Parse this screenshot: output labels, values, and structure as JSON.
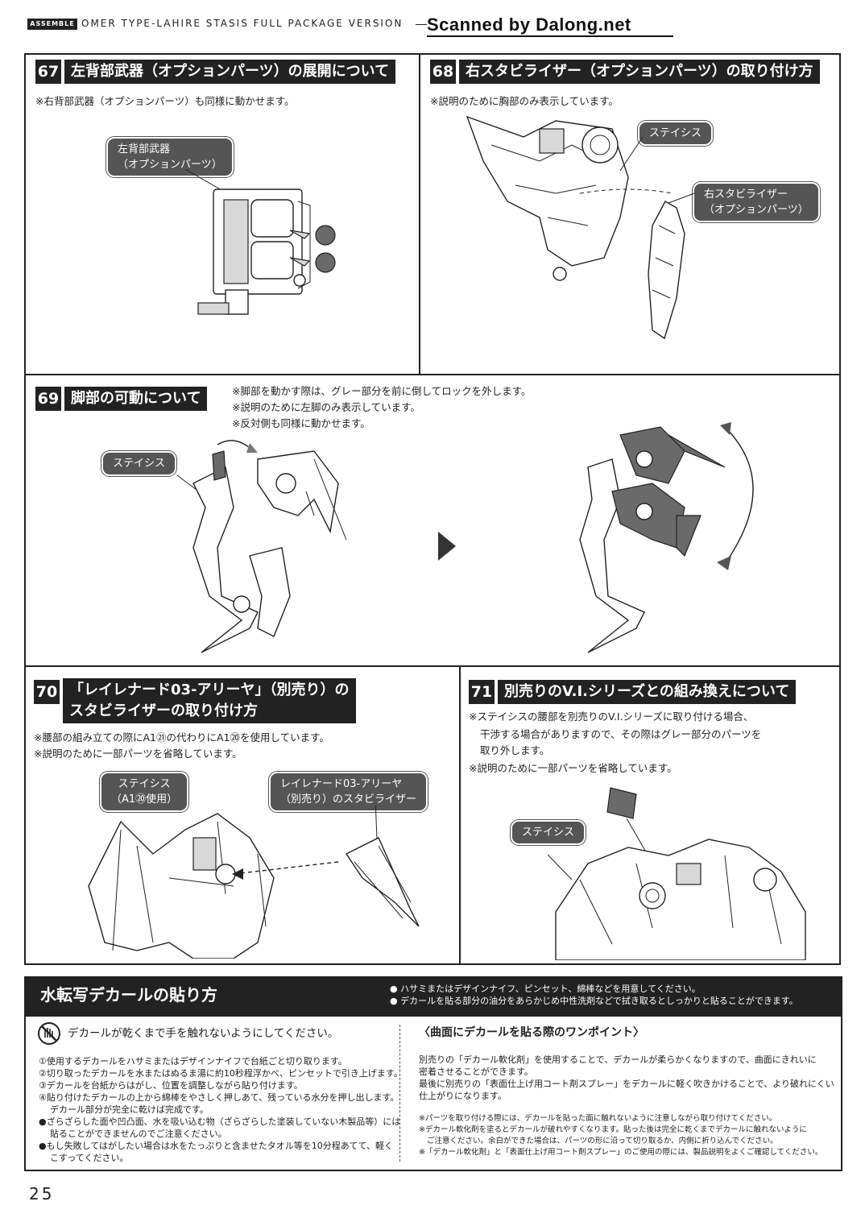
{
  "header": {
    "tag": "ASSEMBLE",
    "title": "OMER TYPE-LAHIRE STASIS FULL PACKAGE VERSION",
    "scanned": "Scanned by Dalong.net"
  },
  "s67": {
    "num": "67",
    "title": "左背部武器（オプションパーツ）の展開について",
    "note": "※右背部武器（オプションパーツ）も同様に動かせます。",
    "callout_1": "左背部武器",
    "callout_2": "（オプションパーツ）"
  },
  "s68": {
    "num": "68",
    "title": "右スタビライザー（オプションパーツ）の取り付け方",
    "note": "※説明のために胸部のみ表示しています。",
    "callout_a": "ステイシス",
    "callout_b1": "右スタビライザー",
    "callout_b2": "（オプションパーツ）"
  },
  "s69": {
    "num": "69",
    "title": "脚部の可動について",
    "notes": [
      "※脚部を動かす際は、グレー部分を前に倒してロックを外します。",
      "※説明のために左脚のみ表示しています。",
      "※反対側も同様に動かせます。"
    ],
    "callout": "ステイシス"
  },
  "s70": {
    "num": "70",
    "title_1": "「レイレナード03-アリーヤ」（別売り）の",
    "title_2": "スタビライザーの取り付け方",
    "notes": [
      "※腰部の組み立ての際にA1㉑の代わりにA1⑳を使用しています。",
      "※説明のために一部パーツを省略しています。"
    ],
    "callout_a1": "ステイシス",
    "callout_a2": "（A1⑳使用）",
    "callout_b1": "レイレナード03-アリーヤ",
    "callout_b2": "（別売り）のスタビライザー"
  },
  "s71": {
    "num": "71",
    "title": "別売りのV.I.シリーズとの組み換えについて",
    "notes": [
      "※ステイシスの腰部を別売りのV.I.シリーズに取り付ける場合、",
      "干渉する場合がありますので、その際はグレー部分のパーツを",
      "取り外します。",
      "※説明のために一部パーツを省略しています。"
    ],
    "callout": "ステイシス"
  },
  "decal": {
    "title": "水転写デカールの貼り方",
    "head_notes": [
      "● ハサミまたはデザインナイフ、ピンセット、綿棒などを用意してください。",
      "● デカールを貼る部分の油分をあらかじめ中性洗剤などで拭き取るとしっかりと貼ることができます。"
    ],
    "warning": "デカールが乾くまで手を触れないようにしてください。",
    "steps": [
      "①使用するデカールをハサミまたはデザインナイフで台紙ごと切り取ります。",
      "②切り取ったデカールを水またはぬるま湯に約10秒程浮かべ、ピンセットで引き上げます。",
      "③デカールを台紙からはがし、位置を調整しながら貼り付けます。",
      "④貼り付けたデカールの上から綿棒をやさしく押しあて、残っている水分を押し出します。",
      "デカール部分が完全に乾けば完成です。",
      "●ざらざらした面や凹凸面、水を吸い込む物（ざらざらした塗装していない木製品等）には",
      "貼ることができませんのでご注意ください。",
      "●もし失敗してはがしたい場合は水をたっぷりと含ませたタオル等を10分程あてて、軽く",
      "こすってください。"
    ],
    "tip_title": "〈曲面にデカールを貼る際のワンポイント〉",
    "tip_lines": [
      "別売りの「デカール軟化剤」を使用することで、デカールが柔らかくなりますので、曲面にきれいに",
      "密着させることができます。",
      "最後に別売りの「表面仕上げ用コート剤スプレー」をデカールに軽く吹きかけることで、より破れにくい",
      "仕上がりになります。"
    ],
    "tip_notes": [
      "※パーツを取り付ける際には、デカールを貼った面に触れないように注意しながら取り付けてください。",
      "※デカール軟化剤を塗るとデカールが破れやすくなります。貼った後は完全に乾くまでデカールに触れないように",
      "ご注意ください。余白ができた場合は、パーツの形に沿って切り取るか、内側に折り込んでください。",
      "※「デカール軟化剤」と「表面仕上げ用コート剤スプレー」のご使用の際には、製品説明をよくご確認してください。"
    ]
  },
  "page_number": "25"
}
